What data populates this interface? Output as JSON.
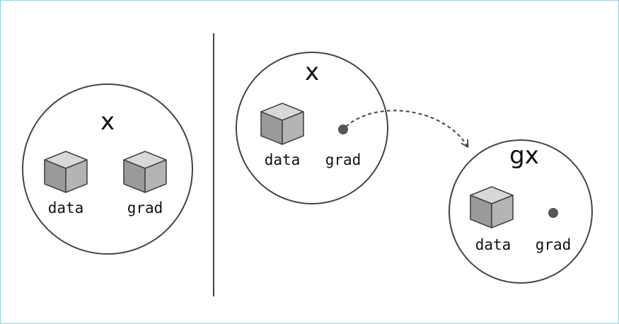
{
  "left_panel": {
    "variable": {
      "name": "x",
      "fields": [
        {
          "label": "data",
          "kind": "array"
        },
        {
          "label": "grad",
          "kind": "array"
        }
      ]
    }
  },
  "right_panel": {
    "variable": {
      "name": "x",
      "fields": [
        {
          "label": "data",
          "kind": "array"
        },
        {
          "label": "grad",
          "kind": "reference"
        }
      ]
    },
    "gradient_variable": {
      "name": "gx",
      "fields": [
        {
          "label": "data",
          "kind": "array"
        },
        {
          "label": "grad",
          "kind": "none"
        }
      ]
    }
  },
  "colors": {
    "frame_border": "#8fd4d8",
    "outline": "#444444",
    "cube_left": "#9a9a9a",
    "cube_right": "#b4b4b4",
    "cube_top": "#d8d8d8",
    "dot": "#555555"
  },
  "icons": {
    "array": "cube-icon",
    "reference": "dot-icon",
    "none": "dot-icon"
  }
}
